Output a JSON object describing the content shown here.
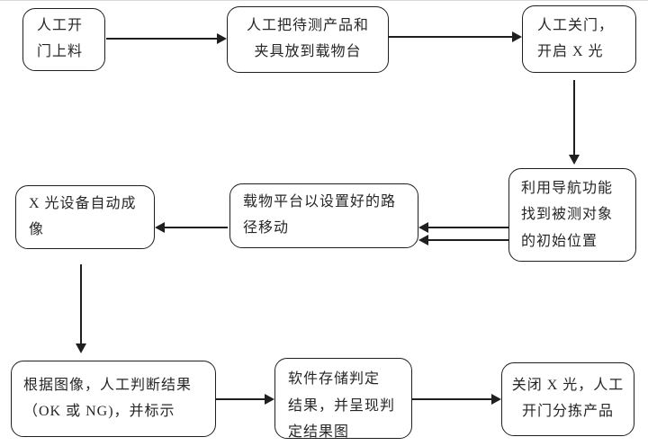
{
  "diagram": {
    "type": "flowchart",
    "language": "zh-CN",
    "colors": {
      "line": "#1f1f1f",
      "text": "#262626",
      "background": "#ffffff"
    },
    "nodes": [
      {
        "id": "load",
        "text": "人工开门上料",
        "lines": [
          "人工开",
          "门上料"
        ]
      },
      {
        "id": "place",
        "text": "人工把待测产品和夹具放到载物台",
        "lines": [
          "人工把待测产品和",
          "夹具放到载物台"
        ]
      },
      {
        "id": "close-door",
        "text": "人工关门，开启 X 光",
        "lines": [
          "人工关门，",
          "开启 X 光"
        ]
      },
      {
        "id": "navigate",
        "text": "利用导航功能找到被测对象的初始位置",
        "lines": [
          "利用导航功能",
          "找到被测对象",
          "的初始位置"
        ]
      },
      {
        "id": "stage-move",
        "text": "载物平台以设置好的路径移动",
        "lines": [
          "载物平台以设置好的路",
          "径移动"
        ]
      },
      {
        "id": "imaging",
        "text": "X 光设备自动成像",
        "lines": [
          "X 光设备自动成",
          "像"
        ]
      },
      {
        "id": "judge",
        "text": "根据图像，人工判断结果（OK 或 NG)，并标示",
        "lines": [
          "根据图像，人工判断结果",
          "（OK 或 NG)，并标示"
        ]
      },
      {
        "id": "store",
        "text": "软件存储判定结果，并呈现判定结果图",
        "lines": [
          "软件存储判定",
          "结果，并呈现判",
          "定结果图"
        ]
      },
      {
        "id": "sort",
        "text": "关闭 X 光，人工开门分拣产品",
        "lines": [
          "关闭 X 光，人工",
          "开门分拣产品"
        ]
      }
    ],
    "connections": [
      {
        "from": "load",
        "to": "place",
        "direction": "right"
      },
      {
        "from": "place",
        "to": "close-door",
        "direction": "right"
      },
      {
        "from": "close-door",
        "to": "navigate",
        "direction": "down"
      },
      {
        "from": "navigate",
        "to": "stage-move",
        "direction": "left",
        "parallel_arrows": 2
      },
      {
        "from": "stage-move",
        "to": "imaging",
        "direction": "left"
      },
      {
        "from": "imaging",
        "to": "judge",
        "direction": "down"
      },
      {
        "from": "judge",
        "to": "store",
        "direction": "right"
      },
      {
        "from": "store",
        "to": "sort",
        "direction": "right"
      }
    ]
  }
}
